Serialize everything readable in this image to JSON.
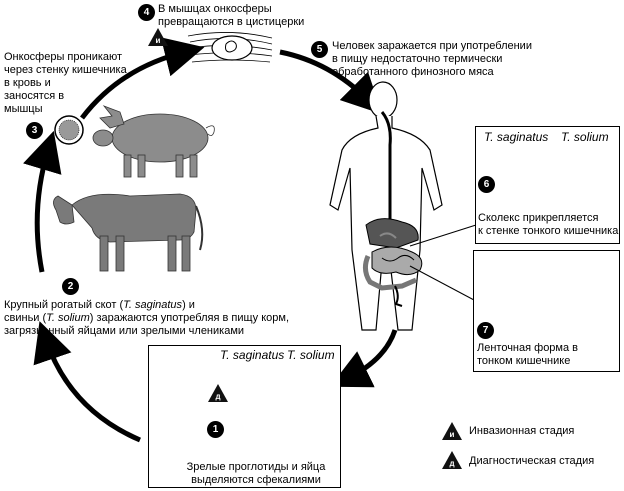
{
  "steps": {
    "s1": {
      "num": "1",
      "text_line1": "Зрелые проглотиды и яйца",
      "text_line2": "выделяются сфекалиями"
    },
    "s2": {
      "num": "2",
      "line1_a": "Крупный рогатый скот (",
      "line1_b": "T. saginatus",
      "line1_c": ") и",
      "line2_a": "свиньи (",
      "line2_b": "T. solium",
      "line2_c": ") заражаются употребляя в пищу корм,",
      "line3": "загрязненный яйцами или зрелыми члениками"
    },
    "s3": {
      "num": "3",
      "l1": "Онкосферы проникают",
      "l2": "через стенку кишечника",
      "l3": "в кровь и",
      "l4": "заносятся в",
      "l5": "мышцы"
    },
    "s4": {
      "num": "4",
      "l1": "В мышцах онкосферы",
      "l2": "превращаются в цистицерки"
    },
    "s5": {
      "num": "5",
      "l1": "Человек заражается при употреблении",
      "l2": "в пищу недостаточно термически",
      "l3": "обработанного финозного  мяса"
    },
    "s6": {
      "num": "6",
      "l1": "Сколекс прикрепляется",
      "l2": "к стенке тонкого кишечника"
    },
    "s7": {
      "num": "7",
      "l1": "Ленточная форма в",
      "l2": "тонком кишечнике"
    }
  },
  "species": {
    "saginatus": "T. saginatus",
    "solium": "T. solium"
  },
  "badges": {
    "infective": "и",
    "diagnostic": "д"
  },
  "legend": {
    "infective_label": "Инвазионная стадия",
    "diagnostic_label": "Диагностическая стадия"
  },
  "icons": [
    "cow-icon",
    "pig-icon",
    "human-silhouette-icon",
    "egg-icon",
    "oncosphere-icon",
    "cysticercus-icon",
    "proglottid-icon",
    "scolex-icon",
    "tapeworm-icon"
  ]
}
